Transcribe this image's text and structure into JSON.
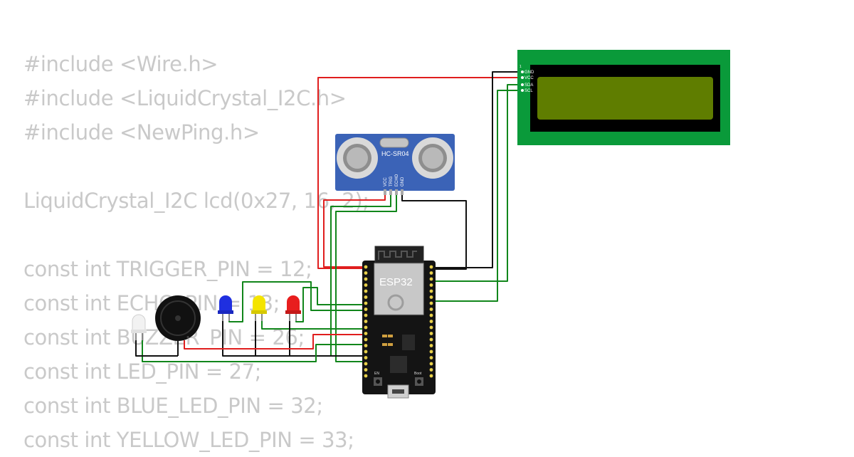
{
  "code_lines": [
    "#include <Wire.h>",
    "#include <LiquidCrystal_I2C.h>",
    "#include <NewPing.h>",
    "",
    "LiquidCrystal_I2C lcd(0x27, 16, 2);",
    "",
    "const int TRIGGER_PIN = 12;",
    "const int ECHO_PIN = 13;",
    "const int BUZZER_PIN = 26;",
    "const int LED_PIN = 27;",
    "const int BLUE_LED_PIN = 32;",
    "const int YELLOW_LED_PIN = 33;"
  ],
  "lcd": {
    "pins": [
      "GND",
      "VCC",
      "SDA",
      "SCL"
    ],
    "corner_label": "1",
    "colors": {
      "pcb": "#0a9a3a",
      "bezel": "#000000",
      "screen": "#5f7d00"
    }
  },
  "sensor": {
    "label": "HC-SR04",
    "pins": [
      "VCC",
      "TRIG",
      "ECHO",
      "GND"
    ],
    "colors": {
      "pcb": "#3b63b7"
    }
  },
  "esp32": {
    "label": "ESP32",
    "boot_label": "Boot",
    "en_label": "EN",
    "colors": {
      "pcb": "#141414",
      "pin": "#e8d04a"
    }
  },
  "leds": [
    {
      "name": "white",
      "color": "#f2f2f2"
    },
    {
      "name": "blue",
      "color": "#1f2fe0"
    },
    {
      "name": "yellow",
      "color": "#f4e400"
    },
    {
      "name": "red",
      "color": "#e81e1e"
    }
  ],
  "wire_colors": {
    "power": "#e01e1e",
    "ground": "#111111",
    "signal": "#11861b"
  }
}
